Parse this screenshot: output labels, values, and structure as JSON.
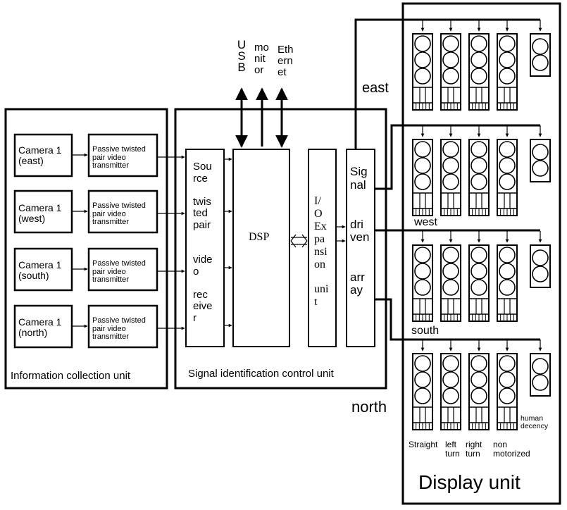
{
  "diagram": {
    "info_unit": {
      "title": "Information collection unit",
      "cameras": [
        "Camera 1\n(east)",
        "Camera 1\n(west)",
        "Camera 1\n(south)",
        "Camera 1\n(north)"
      ],
      "transmitter_label": "Passive twisted\npair video\ntransmitter"
    },
    "signal_unit": {
      "title": "Signal identification control unit",
      "receiver_label": "Sou\nrce\n\ntwis\nted\npair\n\n\nvide\no\n\nrec\neive\nr",
      "dsp_label": "DSP",
      "io_label": "I/\nO\nEx\npa\nnsi\non\n\nuni\nt",
      "driver_label": "Sig\nnal\n\n\ndri\nven\n\n\narr\nay",
      "ports": [
        "U\nS\nB",
        "mo\nnit\nor",
        "Eth\nern\net"
      ]
    },
    "display_unit": {
      "title": "Display unit",
      "directions": [
        "east",
        "west",
        "south",
        "north"
      ],
      "lamp_labels": {
        "straight": "Straight",
        "left_turn": "left\nturn",
        "right_turn": "right\nturn",
        "non_motorized": "non\nmotorized",
        "pedestrian": "human\ndecency"
      }
    }
  }
}
